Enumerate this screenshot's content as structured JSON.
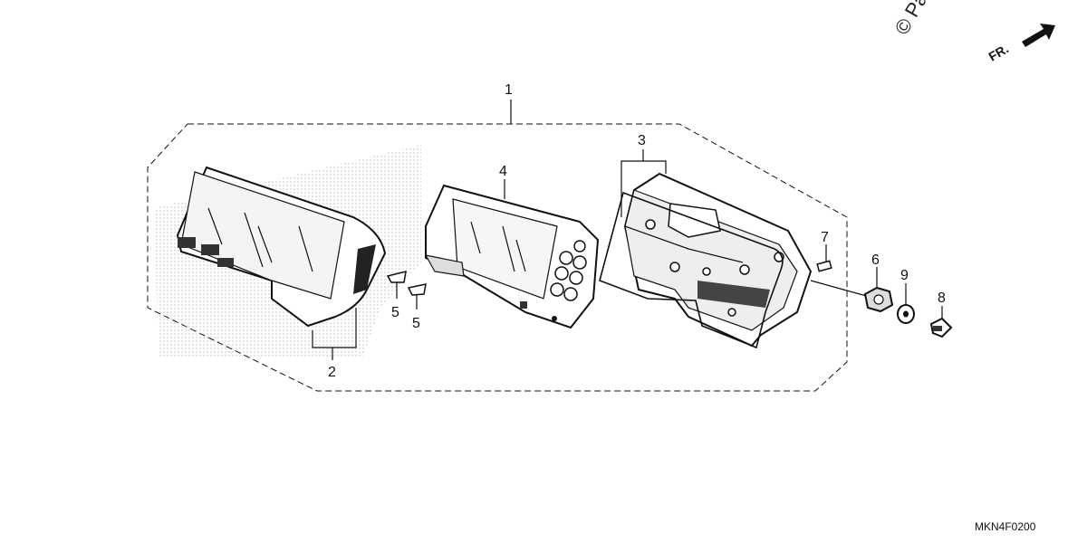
{
  "diagram": {
    "copyright_mark": "© Pa",
    "direction_label": "FR.",
    "figure_code": "MKN4F0200",
    "callouts": [
      {
        "id": "1",
        "text": "1"
      },
      {
        "id": "2",
        "text": "2"
      },
      {
        "id": "3",
        "text": "3"
      },
      {
        "id": "4",
        "text": "4"
      },
      {
        "id": "5a",
        "text": "5"
      },
      {
        "id": "5b",
        "text": "5"
      },
      {
        "id": "6",
        "text": "6"
      },
      {
        "id": "7",
        "text": "7"
      },
      {
        "id": "8",
        "text": "8"
      },
      {
        "id": "9",
        "text": "9"
      }
    ]
  }
}
